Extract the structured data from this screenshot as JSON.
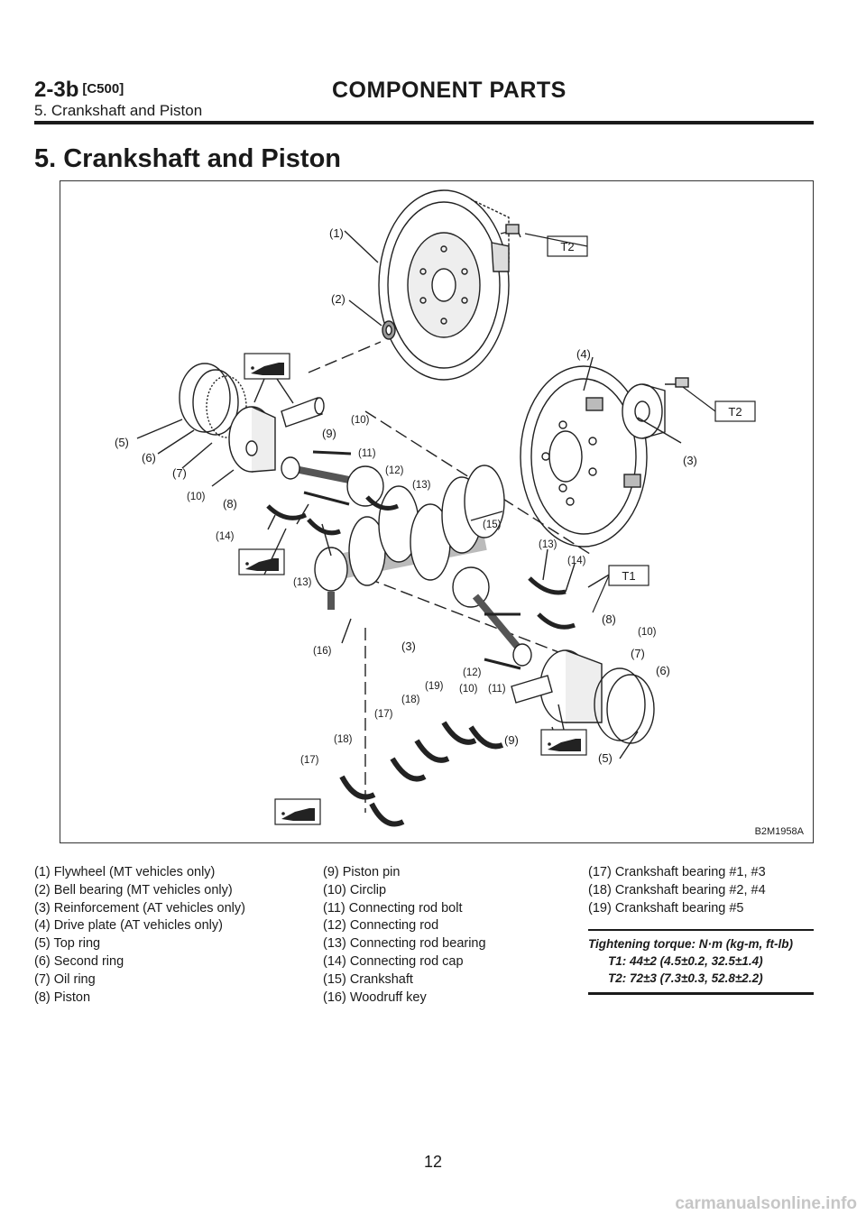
{
  "header": {
    "code": "2-3b",
    "code_suffix": "[C500]",
    "title": "COMPONENT PARTS",
    "subtitle": "5. Crankshaft and Piston"
  },
  "section_title": "5. Crankshaft and Piston",
  "figure": {
    "id": "B2M1958A",
    "callouts": {
      "c1": "(1)",
      "c2": "(2)",
      "c3a": "(3)",
      "c3b": "(3)",
      "c4": "(4)",
      "c5a": "(5)",
      "c5b": "(5)",
      "c6a": "(6)",
      "c6b": "(6)",
      "c7a": "(7)",
      "c7b": "(7)",
      "c8a": "(8)",
      "c8b": "(8)",
      "c9a": "(9)",
      "c9b": "(9)",
      "c10a": "(10)",
      "c10b": "(10)",
      "c10c": "(10)",
      "c10d": "(10)",
      "c11a": "(11)",
      "c11b": "(11)",
      "c12a": "(12)",
      "c12b": "(12)",
      "c13a": "(13)",
      "c13b": "(13)",
      "c13c": "(13)",
      "c14a": "(14)",
      "c14b": "(14)",
      "c15": "(15)",
      "c16": "(16)",
      "c17a": "(17)",
      "c17b": "(17)",
      "c18a": "(18)",
      "c18b": "(18)",
      "c19": "(19)",
      "t1": "T1",
      "t2a": "T2",
      "t2b": "T2"
    }
  },
  "legend": {
    "col1": [
      "(1) Flywheel (MT vehicles only)",
      "(2) Bell bearing (MT vehicles only)",
      "(3) Reinforcement (AT vehicles only)",
      "(4) Drive plate (AT vehicles only)",
      "(5) Top ring",
      "(6) Second ring",
      "(7) Oil ring",
      "(8) Piston"
    ],
    "col2": [
      "(9) Piston pin",
      "(10) Circlip",
      "(11) Connecting rod bolt",
      "(12) Connecting rod",
      "(13) Connecting rod bearing",
      "(14) Connecting rod cap",
      "(15) Crankshaft",
      "(16) Woodruff key"
    ],
    "col3": [
      "(17) Crankshaft bearing #1, #3",
      "(18) Crankshaft bearing #2, #4",
      "(19) Crankshaft bearing #5"
    ]
  },
  "torque": {
    "title": "Tightening torque: N·m (kg-m, ft-lb)",
    "t1": "T1: 44±2 (4.5±0.2, 32.5±1.4)",
    "t2": "T2: 72±3 (7.3±0.3, 52.8±2.2)"
  },
  "page_number": "12",
  "watermark": "carmanualsonline.info"
}
